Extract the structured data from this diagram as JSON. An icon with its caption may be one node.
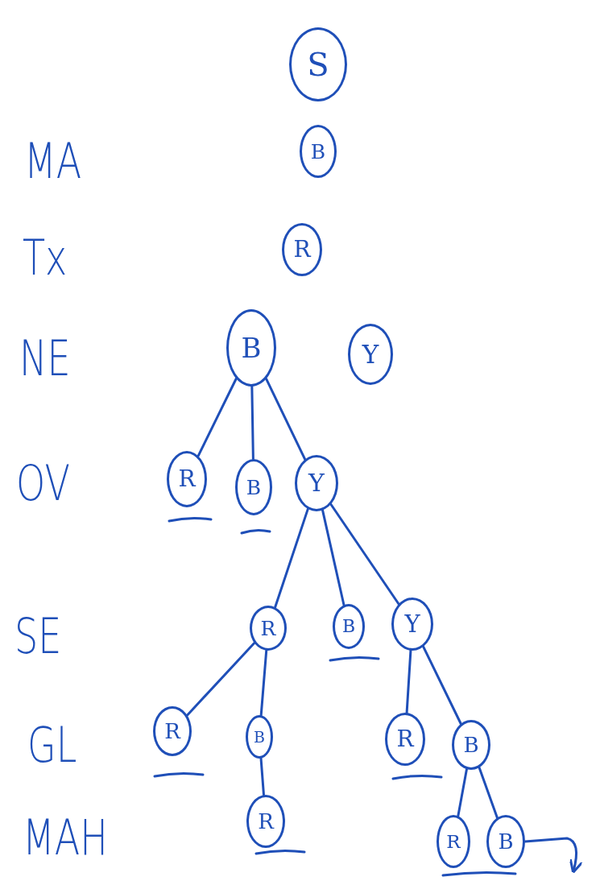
{
  "diagram": {
    "nodes": [
      {
        "text": [
          "S"
        ]
      },
      {
        "text": [
          "B"
        ]
      },
      {
        "text": [
          "R"
        ]
      },
      {
        "text": [
          "B"
        ]
      },
      {
        "text": [
          "Y"
        ]
      },
      {
        "text": [
          "R"
        ]
      },
      {
        "text": [
          "B"
        ]
      },
      {
        "text": [
          "Y"
        ]
      },
      {
        "text": [
          "R"
        ]
      },
      {
        "text": [
          "B"
        ]
      },
      {
        "text": [
          "Y"
        ]
      },
      {
        "text": [
          "R"
        ]
      },
      {
        "text": [
          "B"
        ]
      },
      {
        "text": [
          "R"
        ]
      },
      {
        "text": [
          "B"
        ]
      },
      {
        "text": [
          "R"
        ]
      },
      {
        "text": [
          "R"
        ]
      },
      {
        "text": [
          "B"
        ]
      }
    ],
    "edges": [
      {
        "from": 3,
        "to": 5,
        "arrow": "none"
      },
      {
        "from": 3,
        "to": 6,
        "arrow": "none"
      },
      {
        "from": 3,
        "to": 7,
        "arrow": "none"
      },
      {
        "from": 7,
        "to": 8,
        "arrow": "none"
      },
      {
        "from": 7,
        "to": 9,
        "arrow": "none"
      },
      {
        "from": 7,
        "to": 10,
        "arrow": "none"
      },
      {
        "from": 8,
        "to": 11,
        "arrow": "none"
      },
      {
        "from": 8,
        "to": 12,
        "arrow": "none"
      },
      {
        "from": 10,
        "to": 13,
        "arrow": "none"
      },
      {
        "from": 10,
        "to": 14,
        "arrow": "none"
      },
      {
        "from": 12,
        "to": 15,
        "arrow": "none"
      },
      {
        "from": 14,
        "to": 16,
        "arrow": "none"
      },
      {
        "from": 14,
        "to": 17,
        "arrow": "none"
      },
      {
        "from": 17,
        "to": null,
        "arrow": "to"
      }
    ],
    "labels": [
      "MA",
      "Tx",
      "NE",
      "OV",
      "SE",
      "GL",
      "MAH"
    ]
  }
}
